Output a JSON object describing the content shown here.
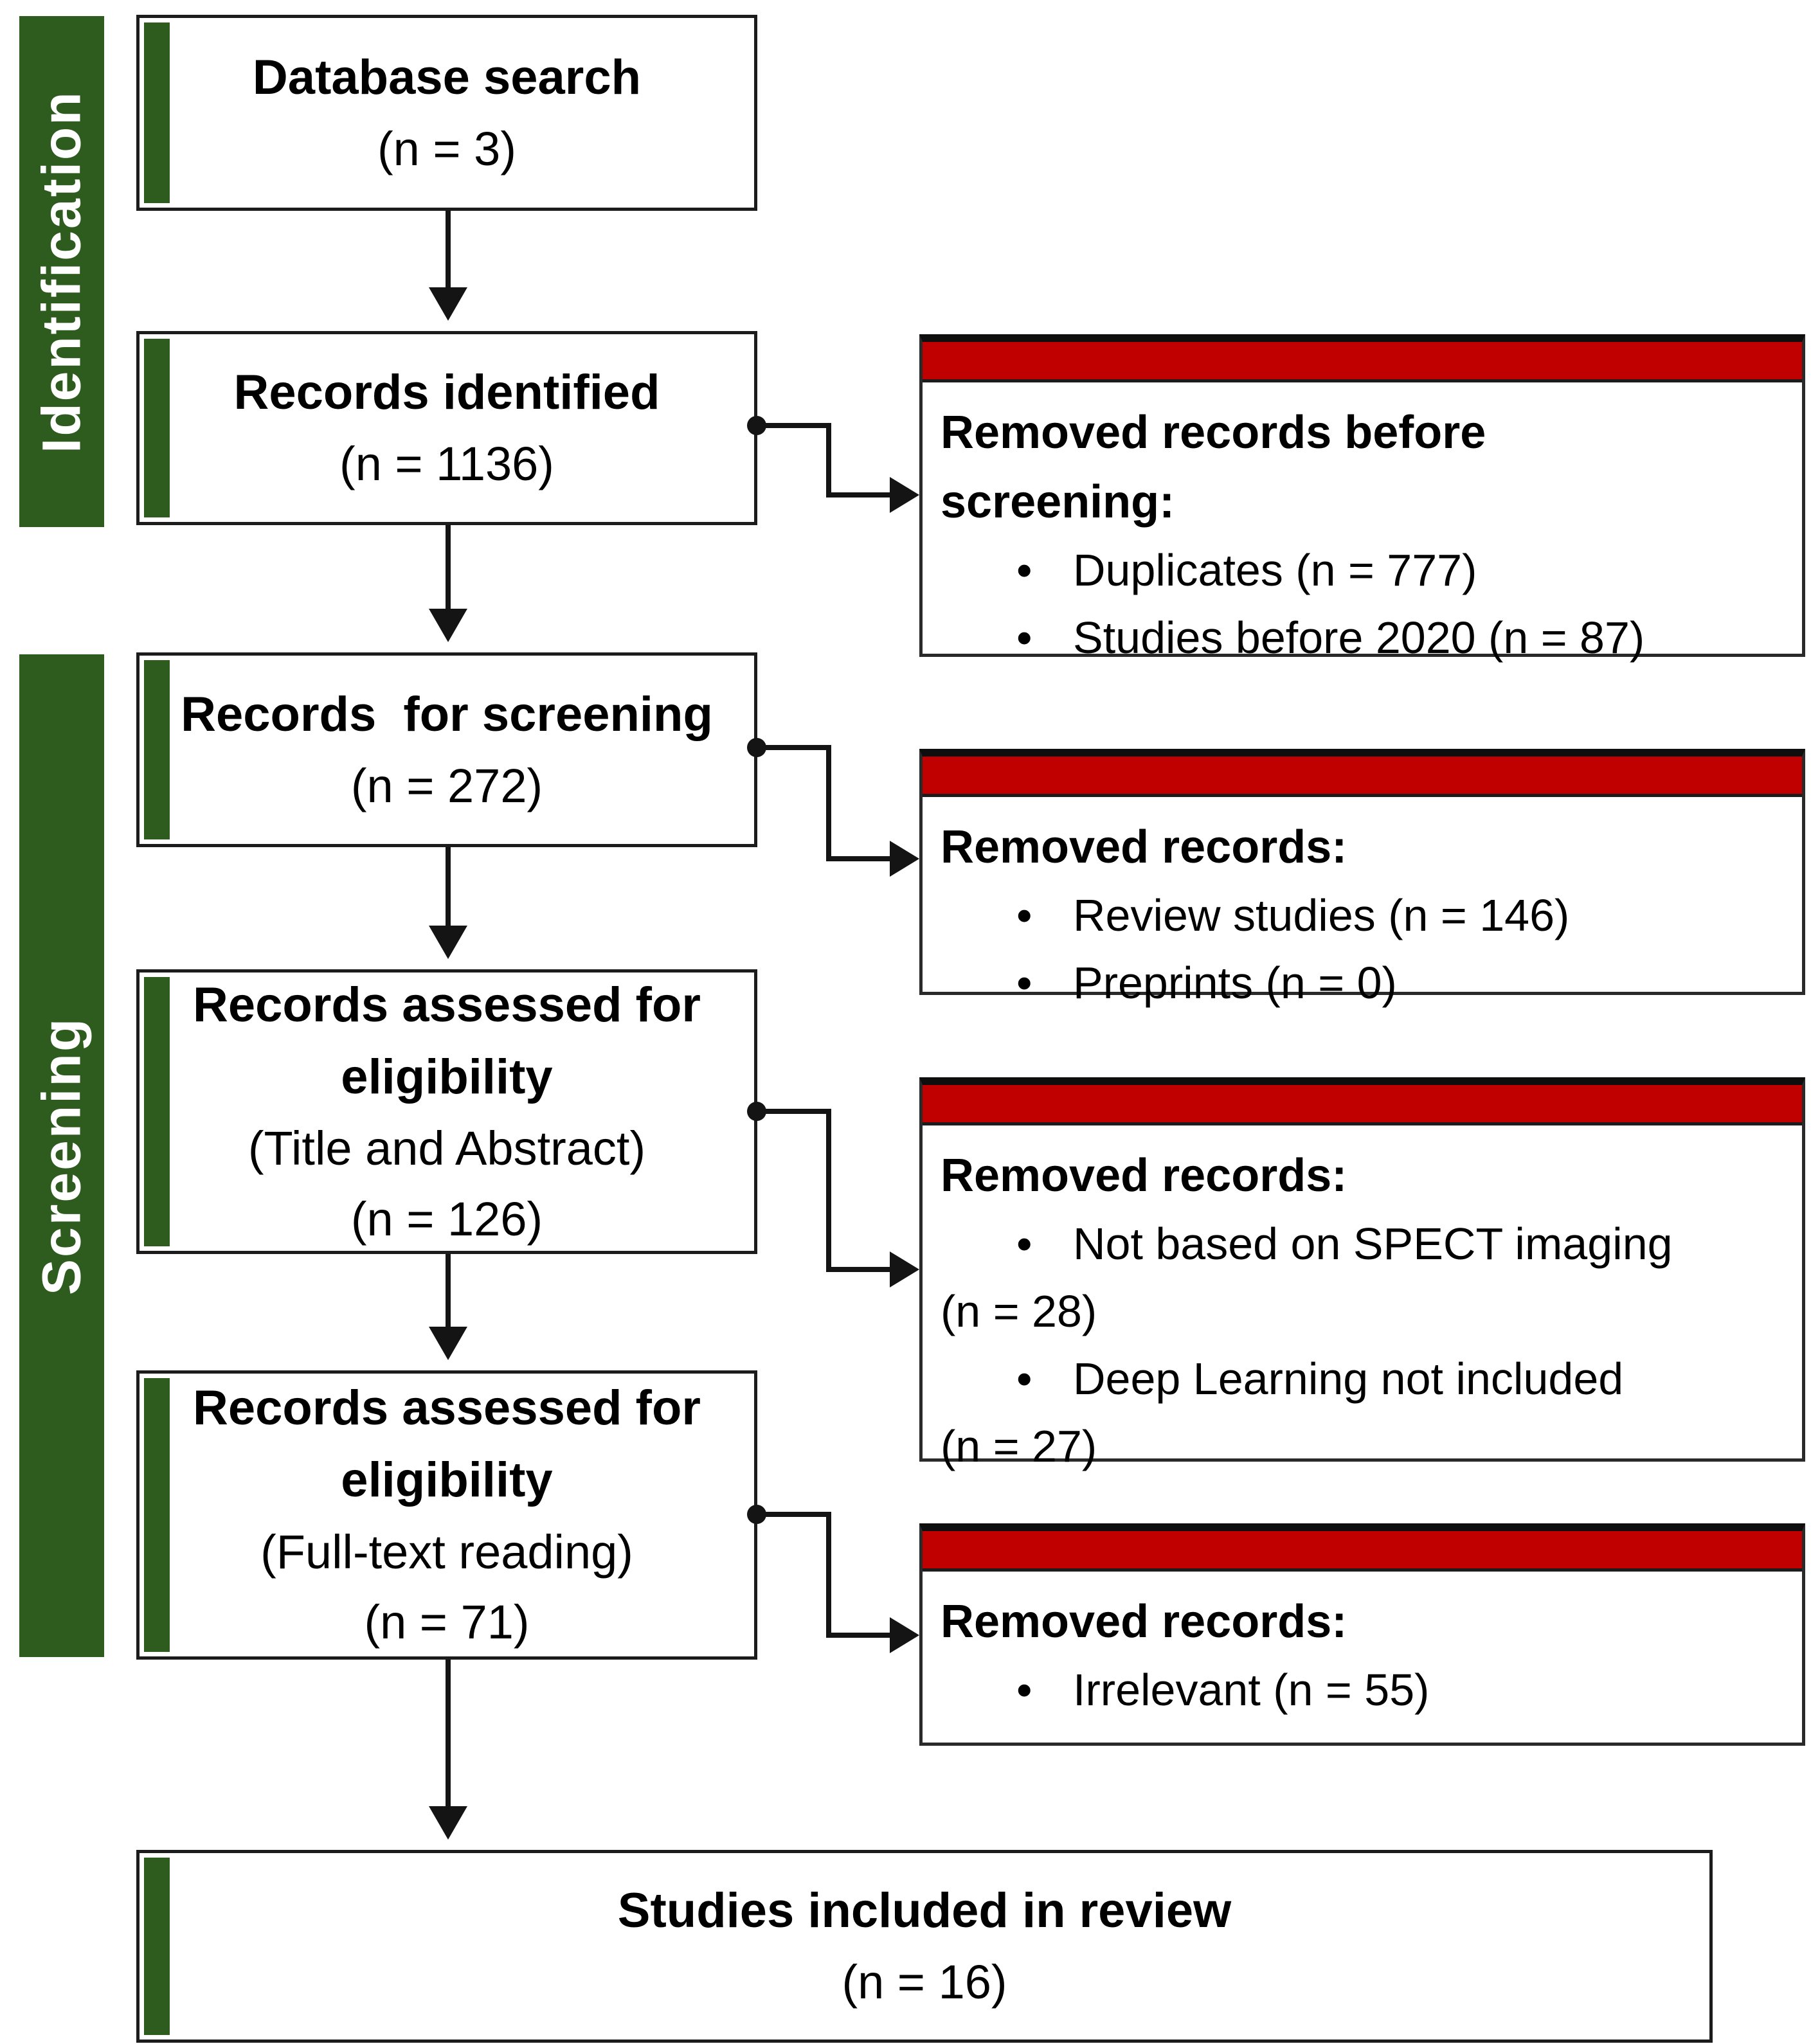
{
  "palette": {
    "green": "#2d5c1e",
    "red": "#c00000",
    "line": "#141414",
    "border": "#1c1c1c"
  },
  "glyphs": {
    "bullet": "•"
  },
  "sidebar": {
    "identification": "Identification",
    "screening": "Screening"
  },
  "flow_boxes": [
    {
      "id": "database-search",
      "lines": [
        {
          "text": "Database search"
        },
        {
          "text": "(n = 3)"
        }
      ]
    },
    {
      "id": "records-identified",
      "lines": [
        {
          "text": "Records identified"
        },
        {
          "text": "(n = 1136)"
        }
      ]
    },
    {
      "id": "records-for-screening",
      "lines": [
        {
          "text": "Records  for screening"
        },
        {
          "text": "(n = 272)"
        }
      ]
    },
    {
      "id": "records-assessed-title-abstract",
      "lines": [
        {
          "text": "Records assessed for"
        },
        {
          "text": "eligibility"
        },
        {
          "text": "(Title and Abstract)"
        },
        {
          "text": "(n = 126)"
        }
      ]
    },
    {
      "id": "records-assessed-fulltext",
      "lines": [
        {
          "text": "Records assessed for"
        },
        {
          "text": "eligibility"
        },
        {
          "text": "(Full-text reading)"
        },
        {
          "text": "(n = 71)"
        }
      ]
    },
    {
      "id": "studies-included",
      "lines": [
        {
          "text": "Studies included in review"
        },
        {
          "text": "(n = 16)"
        }
      ]
    }
  ],
  "red_boxes": [
    {
      "heading_lines": [
        "Removed records before",
        "screening:"
      ],
      "items": [
        {
          "text": "Duplicates (n = 777)"
        },
        {
          "text": "Studies before 2020 (n = 87)"
        }
      ]
    },
    {
      "heading_lines": [
        "Removed records:"
      ],
      "items": [
        {
          "text": "Review studies (n = 146)"
        },
        {
          "text": "Preprints (n = 0)"
        }
      ]
    },
    {
      "heading_lines": [
        "Removed records:"
      ],
      "items": [
        {
          "text": "Not based on SPECT imaging",
          "cont": "(n = 28)"
        },
        {
          "text": "Deep Learning not included",
          "cont": "(n = 27)"
        }
      ]
    },
    {
      "heading_lines": [
        "Removed records:"
      ],
      "items": [
        {
          "text": "Irrelevant (n = 55)"
        }
      ]
    }
  ]
}
